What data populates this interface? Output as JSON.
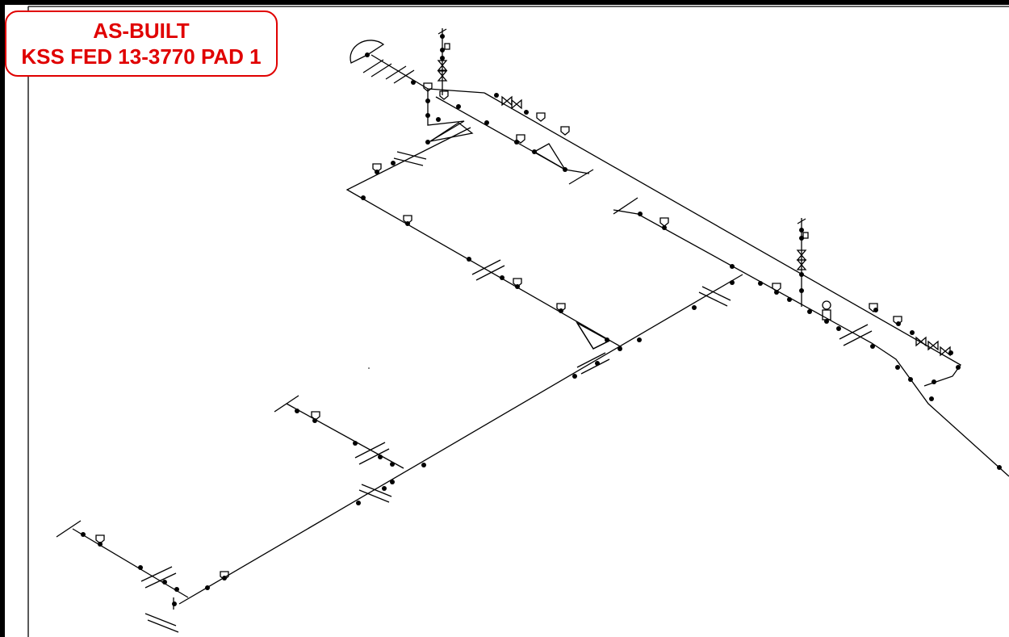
{
  "title": {
    "line1": "AS-BUILT",
    "line2": "KSS FED 13-3770 PAD 1"
  },
  "colors": {
    "title_red": "#e00000",
    "linework": "#000000",
    "background": "#ffffff"
  },
  "icons": [
    "weld-dot",
    "break-symbol",
    "pipe-support-symbol",
    "valve-symbol",
    "reducer-symbol",
    "pipe-cap-symbol",
    "gauge-symbol"
  ]
}
